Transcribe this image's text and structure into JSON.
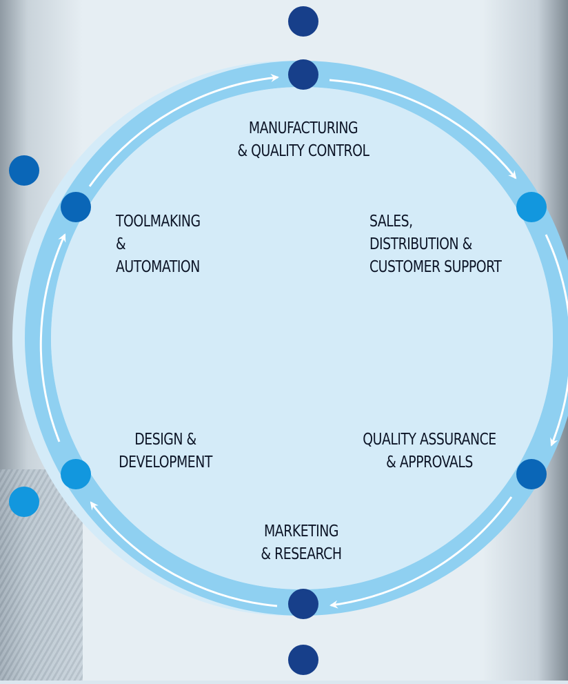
{
  "diagram": {
    "steps": [
      {
        "label": "MANUFACTURING\n& QUALITY CONTROL"
      },
      {
        "label": "SALES,\nDISTRIBUTION &\nCUSTOMER SUPPORT"
      },
      {
        "label": "QUALITY ASSURANCE\n& APPROVALS"
      },
      {
        "label": "MARKETING\n& RESEARCH"
      },
      {
        "label": "DESIGN &\nDEVELOPMENT"
      },
      {
        "label": "TOOLMAKING\n&\nAUTOMATION"
      }
    ],
    "colors": {
      "ring": "#8fd0f1",
      "inner_fill": "#d4ebf8",
      "arrow": "#ffffff",
      "node_dark": "#173f8a",
      "node_mid": "#0a66b7",
      "node_light": "#1297de"
    }
  }
}
